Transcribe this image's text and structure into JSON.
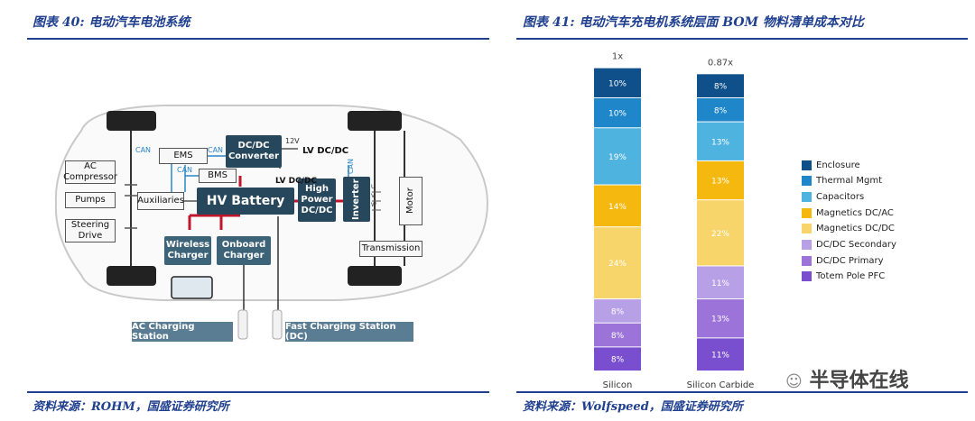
{
  "left": {
    "caption": "图表 40:  电动汽车电池系统",
    "source": "资料来源：ROHM，国盛证券研究所",
    "labels": {
      "ac_compressor": "AC Compressor",
      "pumps": "Pumps",
      "steering": "Steering Drive",
      "auxiliaries": "Auxiliaries",
      "ems": "EMS",
      "bms": "BMS",
      "dcdc": "DC/DC Converter",
      "hv_battery": "HV Battery",
      "high_power": "High Power DC/DC",
      "inverter": "Inverter",
      "motor": "Motor",
      "transmission": "Transmission",
      "wireless": "Wireless Charger",
      "onboard": "Onboard Charger",
      "can1": "CAN",
      "can2": "CAN",
      "can3": "CAN",
      "can4": "CAN",
      "v12": "12V",
      "lv1": "LV DC/DC",
      "lv2": "LV DC/DC",
      "u": "U",
      "v": "V",
      "w": "W",
      "ac_station": "AC Charging Station",
      "fast_station": "Fast Charging Station (DC)"
    }
  },
  "right": {
    "caption": "图表 41:  电动汽车充电机系统层面 BOM 物料清单成本对比",
    "source": "资料来源：Wolfspeed，国盛证券研究所"
  },
  "watermark": "半导体在线",
  "chart_data": {
    "type": "bar",
    "stacked": true,
    "categories": [
      "Silicon",
      "Silicon Carbide"
    ],
    "totals": [
      "1x",
      "0.87x"
    ],
    "series": [
      {
        "name": "Totem Pole PFC",
        "color": "#7a4fcf",
        "values": [
          8,
          11
        ],
        "labels": [
          "8%",
          "11%"
        ]
      },
      {
        "name": "DC/DC Primary",
        "color": "#9b73d9",
        "values": [
          8,
          13
        ],
        "labels": [
          "8%",
          "13%"
        ]
      },
      {
        "name": "DC/DC Secondary",
        "color": "#b8a0e6",
        "values": [
          8,
          11
        ],
        "labels": [
          "8%",
          "11%"
        ]
      },
      {
        "name": "Magnetics DC/DC",
        "color": "#f8d56a",
        "values": [
          24,
          22
        ],
        "labels": [
          "24%",
          "22%"
        ]
      },
      {
        "name": "Magnetics DC/AC",
        "color": "#f5b80f",
        "values": [
          14,
          13
        ],
        "labels": [
          "14%",
          "13%"
        ]
      },
      {
        "name": "Capacitors",
        "color": "#4fb3e0",
        "values": [
          19,
          13
        ],
        "labels": [
          "19%",
          "13%"
        ]
      },
      {
        "name": "Thermal Mgmt",
        "color": "#1e86c9",
        "values": [
          10,
          8
        ],
        "labels": [
          "10%",
          "8%"
        ]
      },
      {
        "name": "Enclosure",
        "color": "#0f4f8a",
        "values": [
          10,
          8
        ],
        "labels": [
          "10%",
          "8%"
        ]
      }
    ],
    "legend_order": [
      "Enclosure",
      "Thermal Mgmt",
      "Capacitors",
      "Magnetics DC/AC",
      "Magnetics DC/DC",
      "DC/DC Secondary",
      "DC/DC Primary",
      "Totem Pole PFC"
    ]
  }
}
